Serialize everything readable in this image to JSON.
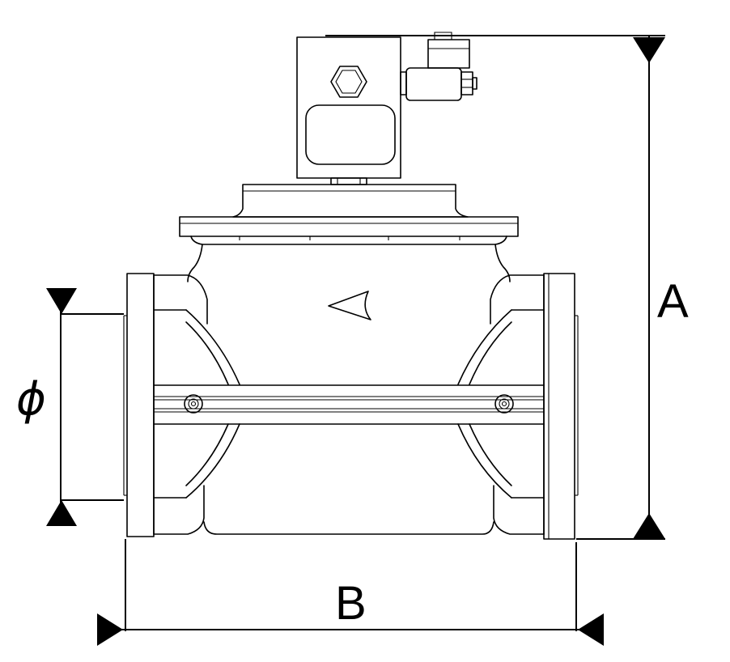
{
  "diagram": {
    "labels": {
      "height": "A",
      "length": "B",
      "diameter": "ϕ"
    },
    "colors": {
      "stroke": "#000000",
      "background": "#ffffff"
    }
  }
}
